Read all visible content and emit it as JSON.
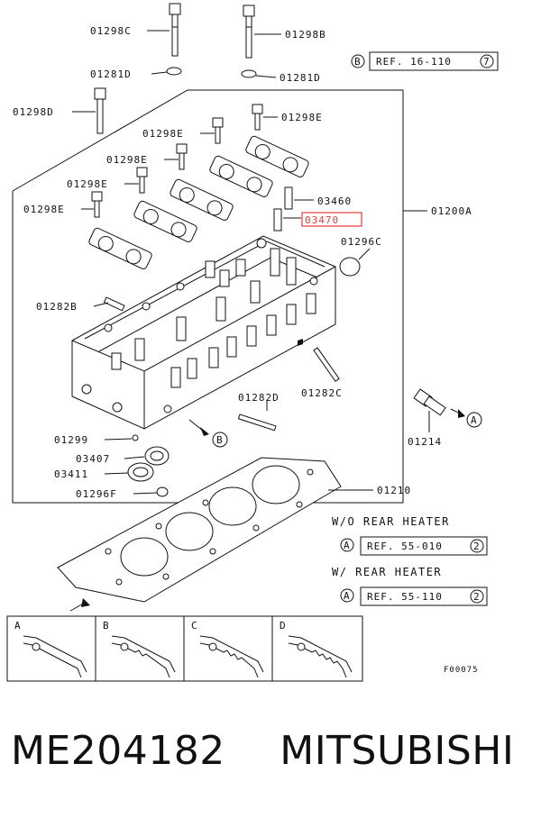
{
  "labels": {
    "bolt_c": "01298C",
    "bolt_b": "01298B",
    "washer_left": "01281D",
    "washer_right": "01281D",
    "bolt_d": "01298D",
    "bolt_e_top": "01298E",
    "bolt_e_1": "01298E",
    "bolt_e_2": "01298E",
    "bolt_e_3": "01298E",
    "bolt_e_4": "01298E",
    "guide_1": "03460",
    "guide_2": "03470",
    "head_assy": "01200A",
    "plug_c": "01296C",
    "pin_b": "01282B",
    "pin_d": "01282D",
    "pin_c": "01282C",
    "plug_1299": "01299",
    "seal_1": "03407",
    "seal_2": "03411",
    "plug_f": "01296F",
    "fitting": "01214",
    "gasket": "01210"
  },
  "refs": {
    "ref_top_letter": "B",
    "ref_top_text": "REF. 16-110",
    "ref_top_num": "7",
    "wo_heater": "W/O REAR HEATER",
    "ref_mid_letter": "A",
    "ref_mid_text": "REF. 55-010",
    "ref_mid_num": "2",
    "w_heater": "W/ REAR HEATER",
    "ref_bot_letter": "A",
    "ref_bot_text": "REF. 55-110",
    "ref_bot_num": "2"
  },
  "callouts": {
    "fitting_marker": "A",
    "head_marker": "B"
  },
  "detail_panels": [
    "A",
    "B",
    "C",
    "D"
  ],
  "figure_code": "F00075",
  "caption": {
    "part_number": "ME204182",
    "brand": "MITSUBISHI"
  },
  "colors": {
    "highlight": "#e83b3b",
    "ink": "#111111"
  }
}
